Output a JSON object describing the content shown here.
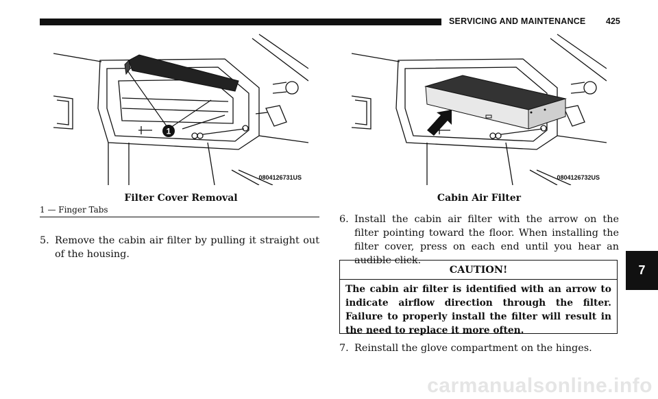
{
  "header": {
    "title": "SERVICING AND MAINTENANCE",
    "page_number": "425"
  },
  "figures": [
    {
      "code": "0804126731US",
      "caption": "Filter Cover Removal",
      "callout": "1"
    },
    {
      "code": "0804126732US",
      "caption": "Cabin Air Filter"
    }
  ],
  "legend": "1 — Finger Tabs",
  "steps": {
    "step5": {
      "number": "5.",
      "text": "Remove the cabin air filter by pulling it straight out of the housing."
    },
    "step6": {
      "number": "6.",
      "text": "Install the cabin air filter with the arrow on the filter pointing toward the floor. When installing the filter cover, press on each end until you hear an audible click."
    },
    "step7": {
      "number": "7.",
      "text": "Reinstall the glove compartment on the hinges."
    }
  },
  "caution": {
    "title": "CAUTION!",
    "text": "The cabin air filter is identified with an arrow to indicate airflow direction through the filter. Failure to properly install the filter will result in the need to replace it more often."
  },
  "chapter_tab": "7",
  "watermark": "carmanualsonline.info"
}
